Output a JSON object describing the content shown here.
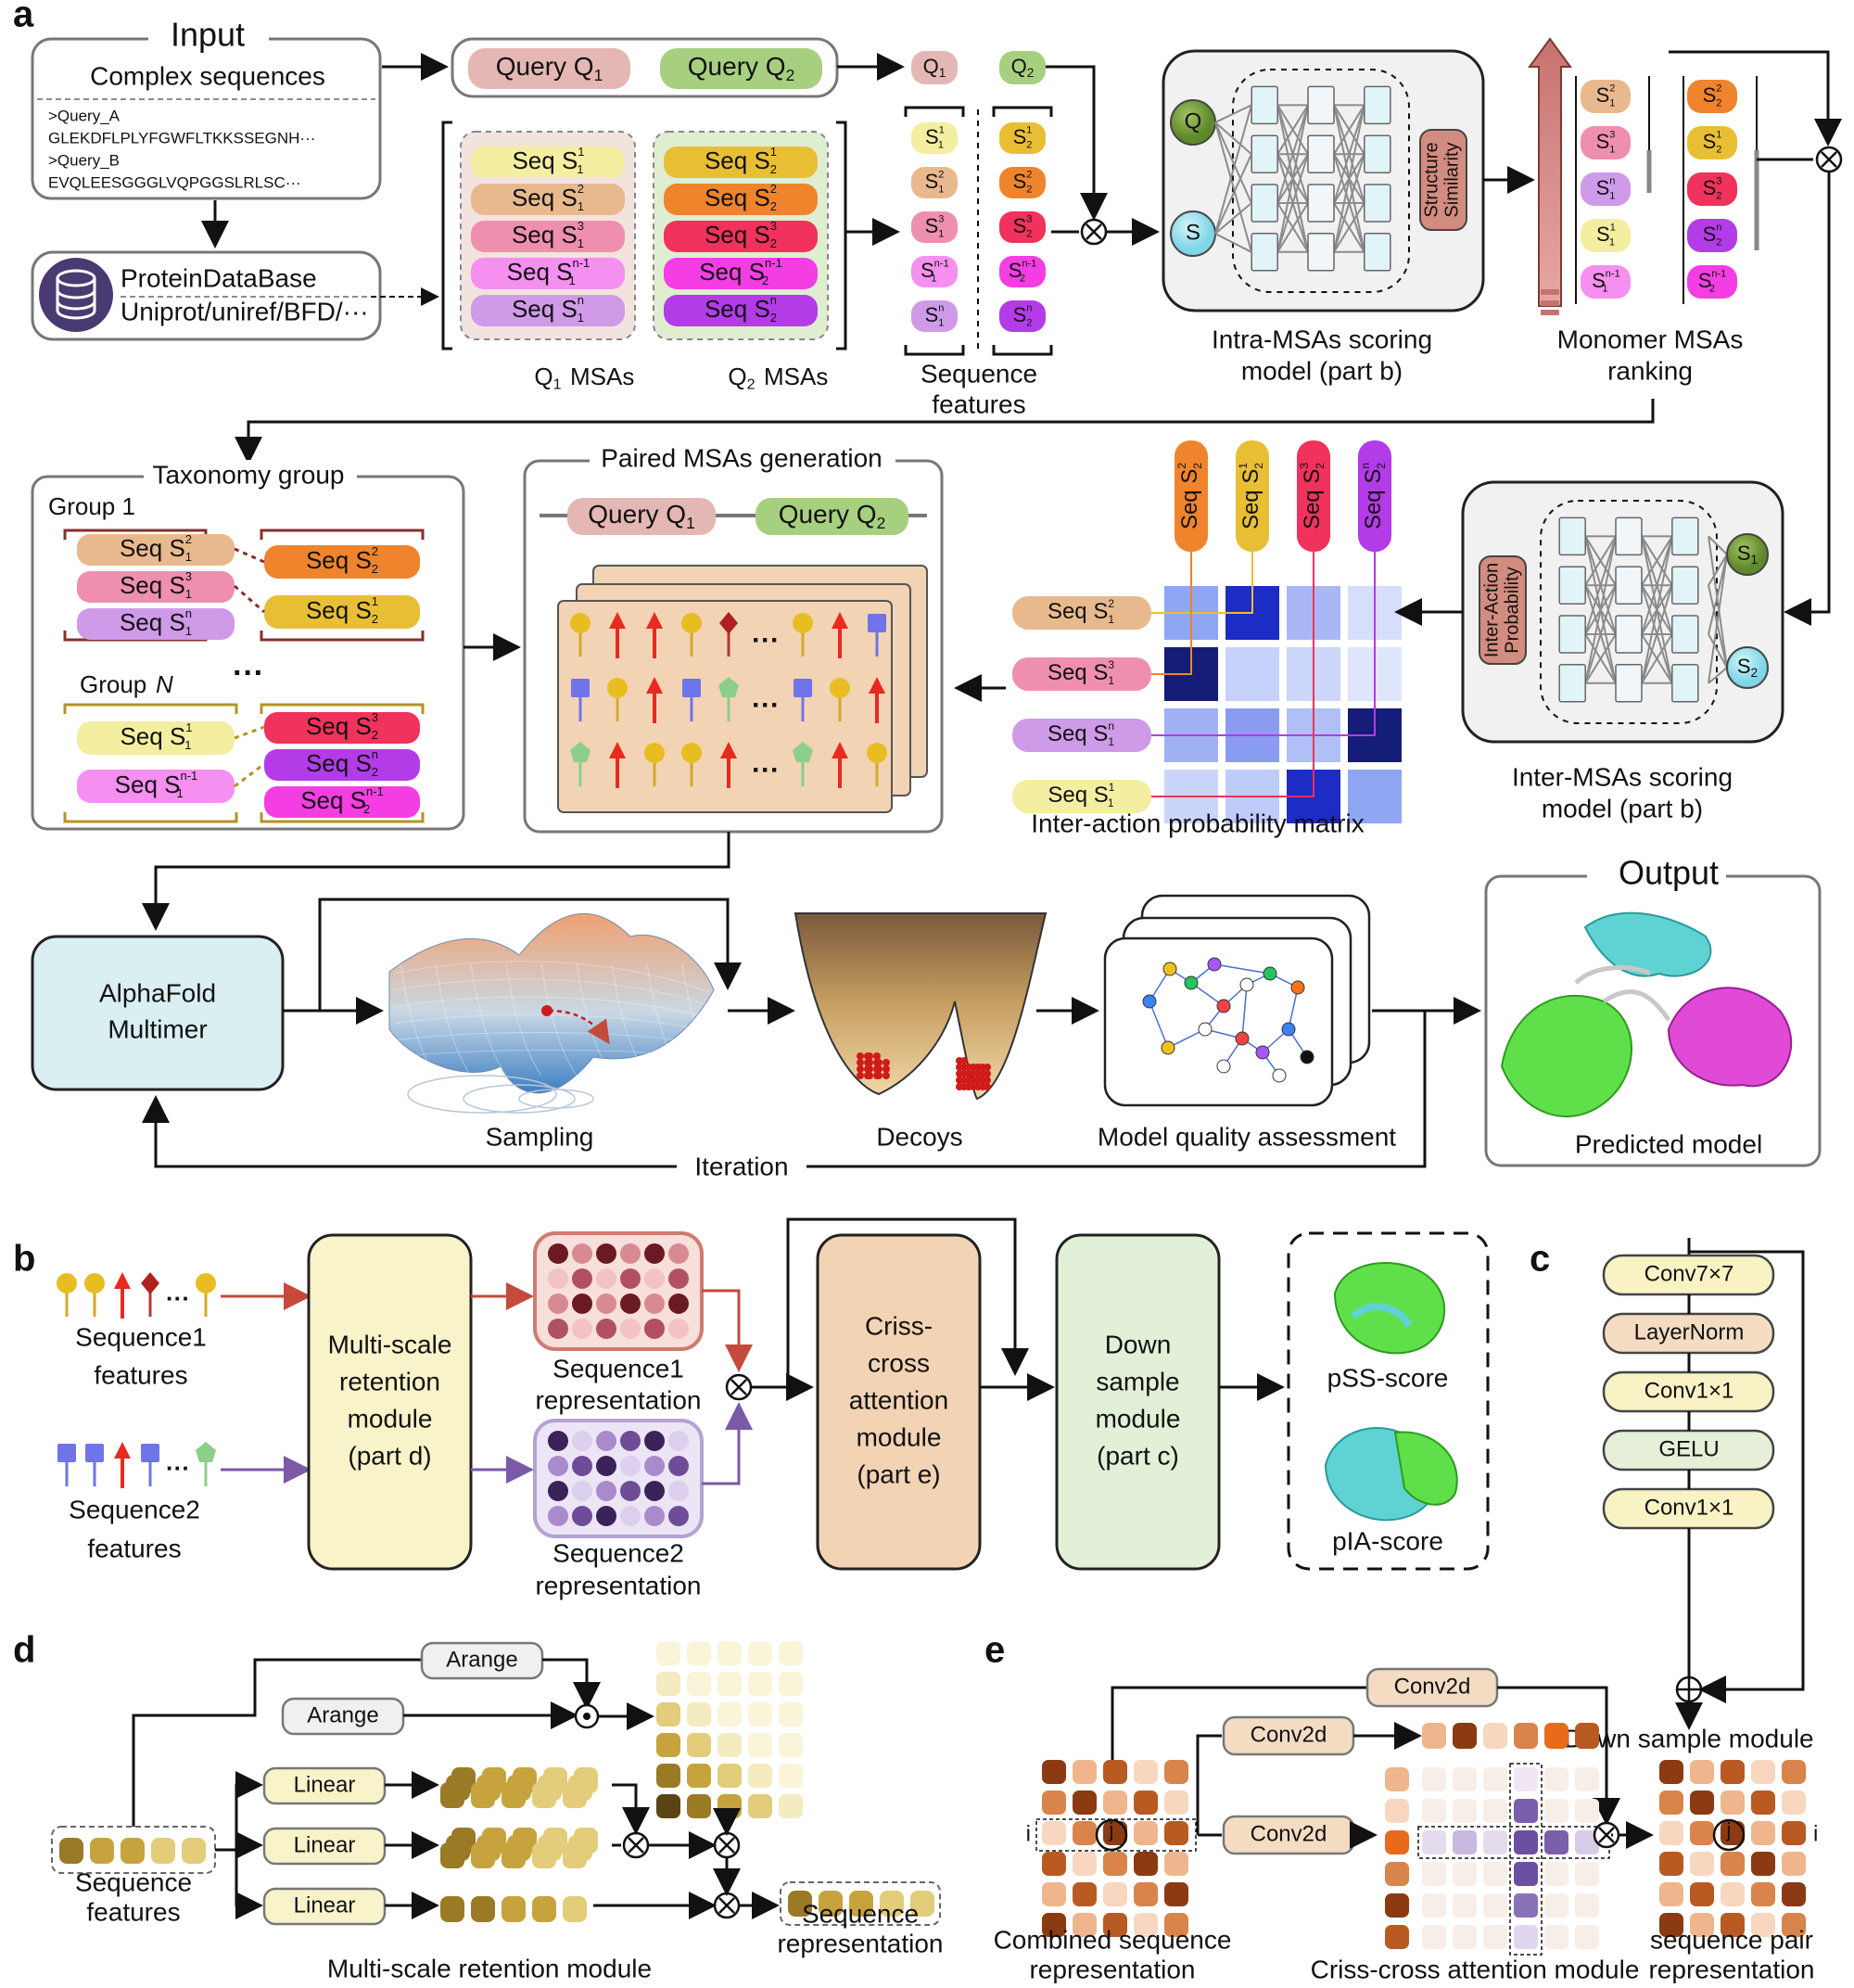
{
  "panel_letters": {
    "a": "a",
    "b": "b",
    "c": "c",
    "d": "d",
    "e": "e"
  },
  "panel_a": {
    "input": {
      "title": "Input",
      "subtitle": "Complex sequences",
      "lines": [
        ">Query_A",
        "GLEKDFLPLYFGWFLTKKSSEGNH···",
        ">Query_B",
        "EVQLEESGGGLVQPGGSLRLSC···"
      ]
    },
    "database": {
      "line1": "ProteinDataBase",
      "line2": "Uniprot/uniref/BFD/···"
    },
    "queries": {
      "q1": "Query Q",
      "q1_sub": "1",
      "q2": "Query Q",
      "q2_sub": "2"
    },
    "q1_msas": {
      "label": "Q",
      "label_sub": "1",
      "label_tail": " MSAs",
      "seq_text": "Seq S",
      "sub": "1",
      "sups": [
        "1",
        "2",
        "3",
        "n-1",
        "n"
      ],
      "colors": [
        "#f4eea0",
        "#e9b98e",
        "#ef8fb0",
        "#f58ff0",
        "#cf9ae8"
      ]
    },
    "q2_msas": {
      "label": "Q",
      "label_sub": "2",
      "label_tail": " MSAs",
      "seq_text": "Seq S",
      "sub": "2",
      "sups": [
        "1",
        "2",
        "3",
        "n-1",
        "n"
      ],
      "colors": [
        "#e8bf34",
        "#ef842c",
        "#f0325c",
        "#f43ee4",
        "#b33be8"
      ]
    },
    "sequence_features": {
      "label_line1": "Sequence",
      "label_line2": "features",
      "q1": "Q",
      "q1_sub": "1",
      "q2": "Q",
      "q2_sub": "2",
      "left_sups": [
        "1",
        "2",
        "3",
        "n-1",
        "n"
      ],
      "right_sups": [
        "1",
        "2",
        "3",
        "n-1",
        "n"
      ]
    },
    "intra_model": {
      "node_q": "Q",
      "node_s": "S",
      "side_label_line1": "Structure",
      "side_label_line2": "Similarity",
      "caption_line1": "Intra-MSAs scoring",
      "caption_line2": "model (part b)"
    },
    "monomer_ranking": {
      "caption_line1": "Monomer MSAs",
      "caption_line2": "ranking",
      "left_sups": [
        "2",
        "3",
        "n",
        "1",
        "n-1"
      ],
      "left_colors": [
        "#e9b98e",
        "#ef8fb0",
        "#cf9ae8",
        "#f4eea0",
        "#f58ff0"
      ],
      "right_sups": [
        "2",
        "1",
        "3",
        "n",
        "n-1"
      ],
      "right_colors": [
        "#ef842c",
        "#e8bf34",
        "#f0325c",
        "#b33be8",
        "#f43ee4"
      ]
    },
    "taxonomy": {
      "title": "Taxonomy group",
      "group1": "Group 1",
      "groupN": "Group",
      "groupN_italic": "N",
      "ellipsis": "···",
      "g1_left": [
        {
          "sup": "2",
          "color": "#e9b98e"
        },
        {
          "sup": "3",
          "color": "#ef8fb0"
        },
        {
          "sup": "n",
          "color": "#cf9ae8"
        }
      ],
      "g1_right": [
        {
          "sup": "2",
          "color": "#ef842c"
        },
        {
          "sup": "1",
          "color": "#e8bf34"
        }
      ],
      "gN_left": [
        {
          "sup": "1",
          "color": "#f4eea0"
        },
        {
          "sup": "n-1",
          "color": "#f58ff0"
        }
      ],
      "gN_right": [
        {
          "sup": "3",
          "color": "#f0325c"
        },
        {
          "sup": "n",
          "color": "#b33be8"
        },
        {
          "sup": "n-1",
          "color": "#f43ee4"
        }
      ]
    },
    "paired_msas": {
      "title": "Paired MSAs generation",
      "q1": "Query Q",
      "q1_sub": "1",
      "q2": "Query Q",
      "q2_sub": "2",
      "ellipsis": "···"
    },
    "interaction_matrix": {
      "caption": "Inter-action probability matrix",
      "col_sups": [
        "2",
        "1",
        "3",
        "n"
      ],
      "col_colors": [
        "#ef842c",
        "#e8bf34",
        "#f0325c",
        "#b33be8"
      ],
      "row_sups": [
        "2",
        "3",
        "n",
        "1"
      ],
      "row_colors": [
        "#e9b98e",
        "#ef8fb0",
        "#cf9ae8",
        "#f4eea0"
      ],
      "cells": [
        [
          "#8fa6f2",
          "#1d2cc4",
          "#a9b8f5",
          "#d6defb"
        ],
        [
          "#141d78",
          "#c7d2fa",
          "#cdd6fb",
          "#dfe5fc"
        ],
        [
          "#9fb0f3",
          "#8a9cf1",
          "#b0c0f6",
          "#141d78"
        ],
        [
          "#cbd5fa",
          "#bfcbf9",
          "#1d2cc4",
          "#8fa6f2"
        ]
      ]
    },
    "inter_model": {
      "node_s1": "S",
      "node_s1_sub": "1",
      "node_s2": "S",
      "node_s2_sub": "2",
      "side_label_line1": "Inter-Action",
      "side_label_line2": "Probability",
      "caption_line1": "Inter-MSAs scoring",
      "caption_line2": "model (part b)"
    },
    "alphafold": {
      "line1": "AlphaFold",
      "line2": "Multimer"
    },
    "sampling": "Sampling",
    "decoys": "Decoys",
    "quality": "Model quality assessment",
    "iteration": "Iteration",
    "output": {
      "title": "Output",
      "caption": "Predicted model"
    }
  },
  "panel_b": {
    "seq1_features_line1": "Sequence1",
    "seq1_features_line2": "features",
    "seq2_features_line1": "Sequence2",
    "seq2_features_line2": "features",
    "msr_lines": [
      "Multi-scale",
      "retention",
      "module",
      "(part d)"
    ],
    "seq1_rep_line1": "Sequence1",
    "seq1_rep_line2": "representation",
    "seq2_rep_line1": "Sequence2",
    "seq2_rep_line2": "representation",
    "cca_lines": [
      "Criss-",
      "cross",
      "attention",
      "module",
      "(part e)"
    ],
    "down_lines": [
      "Down",
      "sample",
      "module",
      "(part c)"
    ],
    "pss": "pSS-score",
    "pia": "pIA-score",
    "ellipsis": "···"
  },
  "panel_c": {
    "layers": [
      "Conv7×7",
      "LayerNorm",
      "Conv1×1",
      "GELU",
      "Conv1×1"
    ],
    "layer_colors": [
      "#f8f2c4",
      "#f4dcc3",
      "#f8f2c4",
      "#e6f0d8",
      "#f8f2c4"
    ],
    "caption": "Down sample module"
  },
  "panel_d": {
    "arange1": "Arange",
    "arange2": "Arange",
    "linear": [
      "Linear",
      "Linear",
      "Linear"
    ],
    "input_line1": "Sequence",
    "input_line2": "features",
    "output_line1": "Sequence",
    "output_line2": "representation",
    "caption": "Multi-scale retention module"
  },
  "panel_e": {
    "conv_top": "Conv2d",
    "conv_mid": "Conv2d",
    "conv_low": "Conv2d",
    "index_i": "i",
    "index_j": "j",
    "left_caption_line1": "Combined sequence",
    "left_caption_line2": "representation",
    "mid_caption": "Criss-cross attention module",
    "right_caption_line1": "sequence pair",
    "right_caption_line2": "representation"
  }
}
